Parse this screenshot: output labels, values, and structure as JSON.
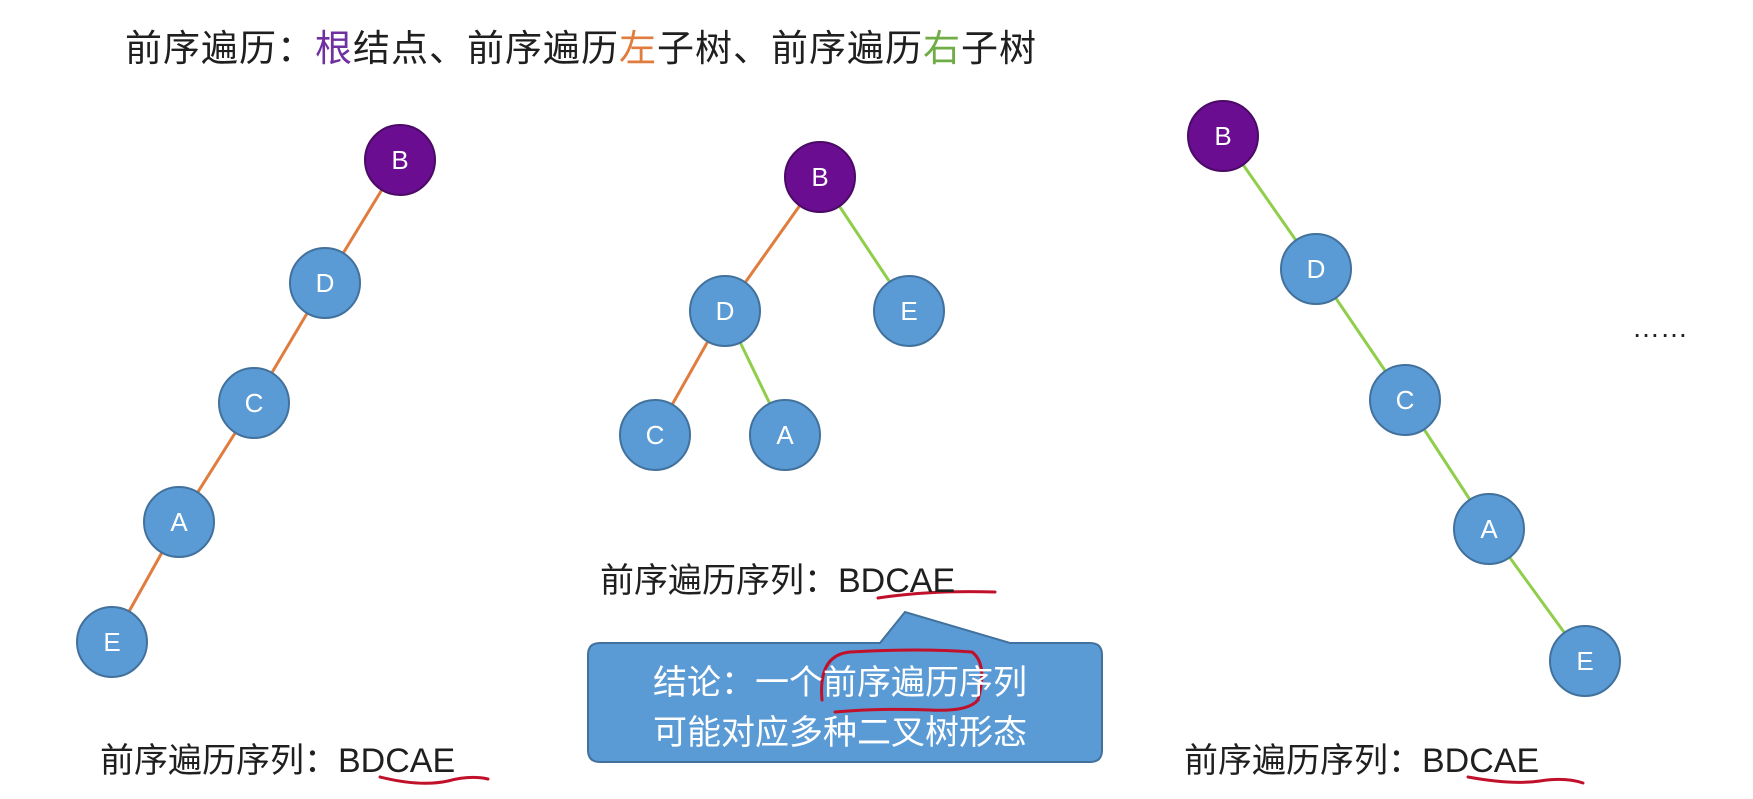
{
  "title": {
    "p1": "前序遍历：",
    "root": "根",
    "p2": "结点、前序遍历",
    "left": "左",
    "p3": "子树、前序遍历",
    "right": "右",
    "p4": "子树"
  },
  "colors": {
    "node_fill": "#5b9bd5",
    "node_stroke": "#41719c",
    "root_fill": "#6a0d91",
    "left_edge": "#e07c3e",
    "right_edge": "#8fce4a",
    "callout_fill": "#5b9bd5",
    "pen_red": "#c0102a",
    "root_word": "#7030a0",
    "left_word": "#e07c3e",
    "right_word": "#70ad47"
  },
  "trees": [
    {
      "nodes": [
        {
          "label": "B",
          "root": true
        },
        {
          "label": "D"
        },
        {
          "label": "C"
        },
        {
          "label": "A"
        },
        {
          "label": "E"
        }
      ],
      "edges": [
        {
          "from": 0,
          "to": 1,
          "side": "left"
        },
        {
          "from": 1,
          "to": 2,
          "side": "left"
        },
        {
          "from": 2,
          "to": 3,
          "side": "left"
        },
        {
          "from": 3,
          "to": 4,
          "side": "left"
        }
      ],
      "sequence_label": "前序遍历序列：",
      "sequence_value": "BDCAE"
    },
    {
      "nodes": [
        {
          "label": "B",
          "root": true
        },
        {
          "label": "D"
        },
        {
          "label": "E"
        },
        {
          "label": "C"
        },
        {
          "label": "A"
        }
      ],
      "edges": [
        {
          "from": 0,
          "to": 1,
          "side": "left"
        },
        {
          "from": 0,
          "to": 2,
          "side": "right"
        },
        {
          "from": 1,
          "to": 3,
          "side": "left"
        },
        {
          "from": 1,
          "to": 4,
          "side": "right"
        }
      ],
      "sequence_label": "前序遍历序列：",
      "sequence_value": "BDCAE"
    },
    {
      "nodes": [
        {
          "label": "B",
          "root": true
        },
        {
          "label": "D"
        },
        {
          "label": "C"
        },
        {
          "label": "A"
        },
        {
          "label": "E"
        }
      ],
      "edges": [
        {
          "from": 0,
          "to": 1,
          "side": "right"
        },
        {
          "from": 1,
          "to": 2,
          "side": "right"
        },
        {
          "from": 2,
          "to": 3,
          "side": "right"
        },
        {
          "from": 3,
          "to": 4,
          "side": "right"
        }
      ],
      "sequence_label": "前序遍历序列：",
      "sequence_value": "BDCAE"
    }
  ],
  "ellipsis": "……",
  "callout": {
    "line1": "结论：一个前序遍历序列",
    "line2": "可能对应多种二叉树形态"
  }
}
